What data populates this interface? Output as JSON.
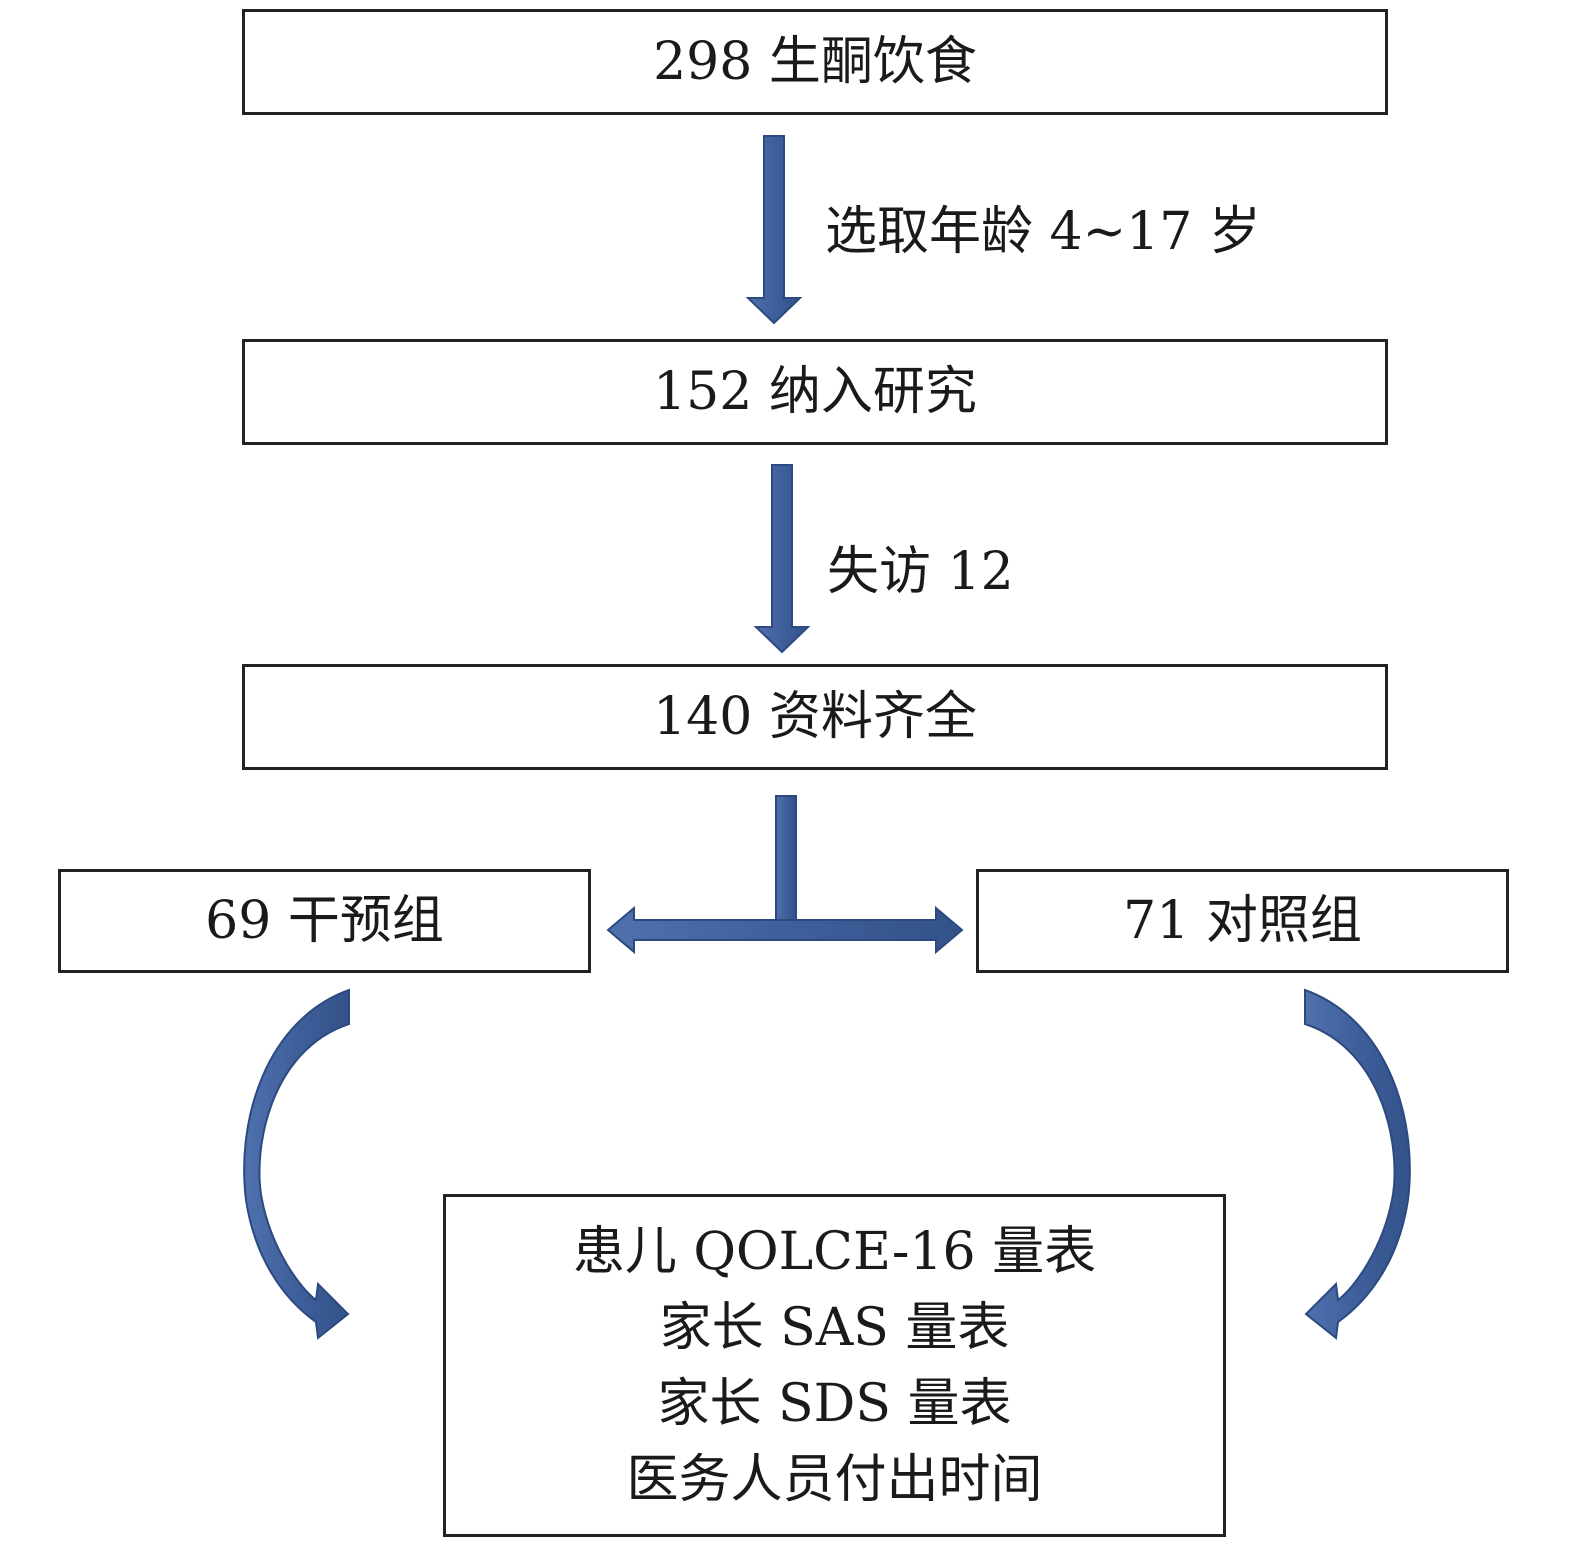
{
  "boxes": {
    "total": "298 生酮饮食",
    "enrolled": "152 纳入研究",
    "complete": "140 资料齐全",
    "intervention": "69 干预组",
    "control": "71 对照组"
  },
  "edge_labels": {
    "age_selection": "选取年龄 4~17 岁",
    "lost_followup": "失访 12"
  },
  "outcomes": [
    "患儿 QOLCE-16 量表",
    "家长 SAS 量表",
    "家长 SDS 量表",
    "医务人员付出时间"
  ],
  "colors": {
    "arrow_fill": "#3f5f9b",
    "arrow_stroke": "#2c4a80",
    "box_border": "#222222"
  }
}
